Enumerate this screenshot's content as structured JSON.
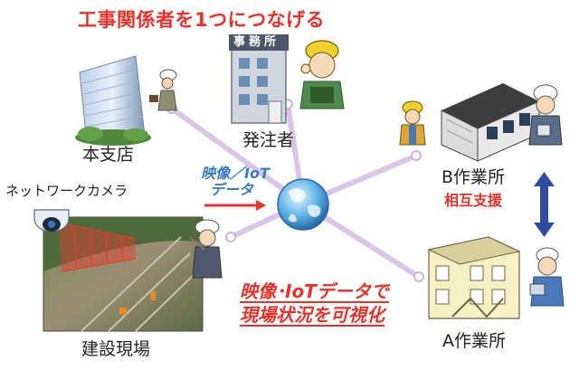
{
  "title": "工事関係者を1つにつなげる",
  "nodes": {
    "head_office": "本支店",
    "client": "発注者",
    "office_sign": "事務所",
    "b_site": "B作業所",
    "mutual_support": "相互支援",
    "a_site": "A作業所",
    "construction_site": "建設現場",
    "network_camera": "ネットワークカメラ"
  },
  "flow_label": {
    "line1": "映像／IoT",
    "line2": "データ"
  },
  "caption": {
    "line1": "映像･IoTデータで",
    "line2": "現場状況を可視化"
  },
  "colors": {
    "title_red": "#e8322a",
    "flow_blue": "#3a78c0",
    "link_purple": "#d7c6e8",
    "double_arrow_blue": "#2f4d9e"
  }
}
